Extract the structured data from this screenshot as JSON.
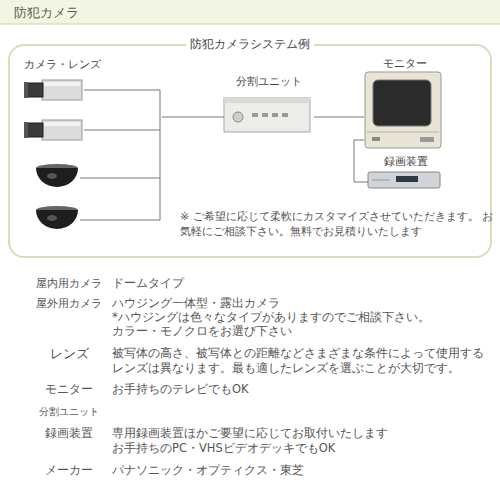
{
  "diagram": {
    "title": "防犯カメラ",
    "nodes": [
      {
        "text": [
          "防犯カメラシステム例"
        ]
      },
      {
        "text": [
          "カメラ・レンズ"
        ],
        "in": 0
      },
      {
        "text": [
          "分割ユニット"
        ],
        "in": 0
      },
      {
        "text": [
          "モニター"
        ],
        "in": 0
      },
      {
        "text": [
          "録画装置"
        ],
        "in": 0
      }
    ],
    "edges": [
      {
        "from": 1,
        "to": 2,
        "arrow": "none"
      },
      {
        "from": 2,
        "to": 3,
        "arrow": "none"
      },
      {
        "from": 3,
        "to": 4,
        "arrow": "none"
      }
    ],
    "labels": [
      "※ ご希望に応じて柔軟にカスタマイズさせていただきます。 お気軽にご相談下さい。無料でお見積りいたします",
      "屋内用カメラ",
      "ドームタイプ",
      "屋外用カメラ",
      "ハウジング一体型・露出カメラ",
      "*ハウジングは色々なタイプがありますのでご相談下さい。",
      "カラー・モノクロをお選び下さい",
      "レンズ",
      "被写体の高さ、被写体との距離などさまざまな条件によって使用するレンズは異なります。最も適したレンズを選ぶことが大切です。",
      "モニター",
      "お手持ちのテレビでもOK",
      "分割ユニット",
      "録画装置",
      "専用録画装置ほかご要望に応じてお取付いたします",
      "お手持ちのPC・VHSビデオデッキでもOK",
      "メーカー",
      "パナソニック・オプティクス・東芝"
    ]
  }
}
